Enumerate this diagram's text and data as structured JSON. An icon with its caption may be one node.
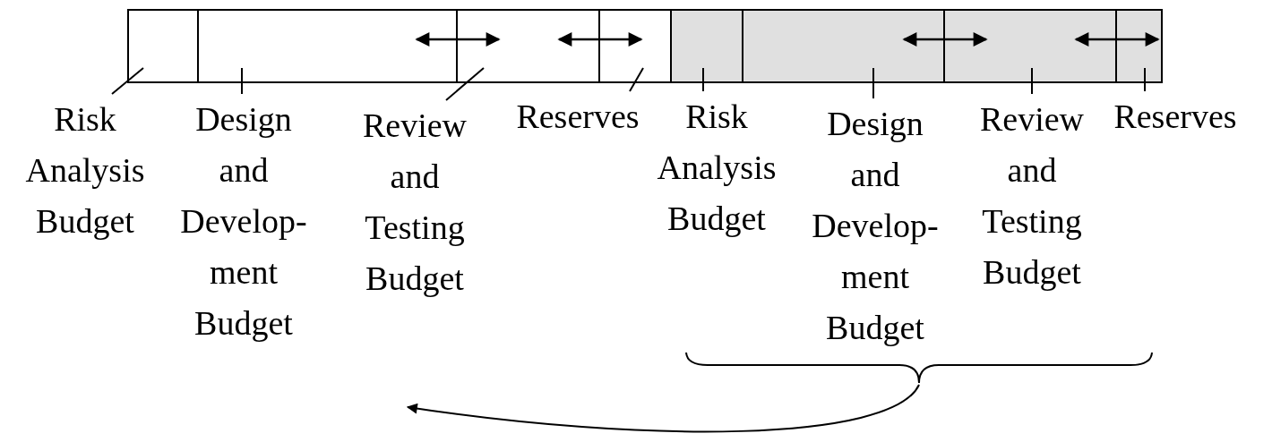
{
  "diagram": {
    "nodes": [
      {
        "text": [],
        "shape": "box"
      },
      {
        "text": [],
        "shape": "box"
      },
      {
        "text": [],
        "shape": "box"
      },
      {
        "text": [],
        "shape": "box"
      },
      {
        "text": [],
        "shape": "box"
      },
      {
        "text": [],
        "shape": "box"
      },
      {
        "text": [],
        "shape": "box"
      },
      {
        "text": [],
        "shape": "box"
      },
      {
        "text": [
          "Risk Analysis Budget"
        ]
      },
      {
        "text": [
          "Design and Develop- ment Budget"
        ]
      },
      {
        "text": [
          "Review and Testing Budget"
        ]
      },
      {
        "text": [
          "Reserves"
        ]
      },
      {
        "text": [
          "Risk Analysis Budget"
        ]
      },
      {
        "text": [
          "Design and Develop- ment Budget"
        ]
      },
      {
        "text": [
          "Review and Testing Budget"
        ]
      },
      {
        "text": [
          "Reserves"
        ]
      },
      {
        "text": [],
        "shape": "brace"
      }
    ],
    "edges": [
      {
        "from": 8,
        "to": 0,
        "arrow": "none"
      },
      {
        "from": 9,
        "to": 1,
        "arrow": "none"
      },
      {
        "from": 10,
        "to": 2,
        "arrow": "none"
      },
      {
        "from": 11,
        "to": 3,
        "arrow": "none"
      },
      {
        "from": 12,
        "to": 4,
        "arrow": "none"
      },
      {
        "from": 13,
        "to": 5,
        "arrow": "none"
      },
      {
        "from": 14,
        "to": 6,
        "arrow": "none"
      },
      {
        "from": 15,
        "to": 7,
        "arrow": "none"
      },
      {
        "from": 1,
        "to": 2,
        "arrow": "both"
      },
      {
        "from": 2,
        "to": 3,
        "arrow": "both"
      },
      {
        "from": 5,
        "to": 6,
        "arrow": "both"
      },
      {
        "from": 6,
        "to": 7,
        "arrow": "both"
      },
      {
        "from": 16,
        "to": null,
        "arrow": "to"
      }
    ]
  }
}
